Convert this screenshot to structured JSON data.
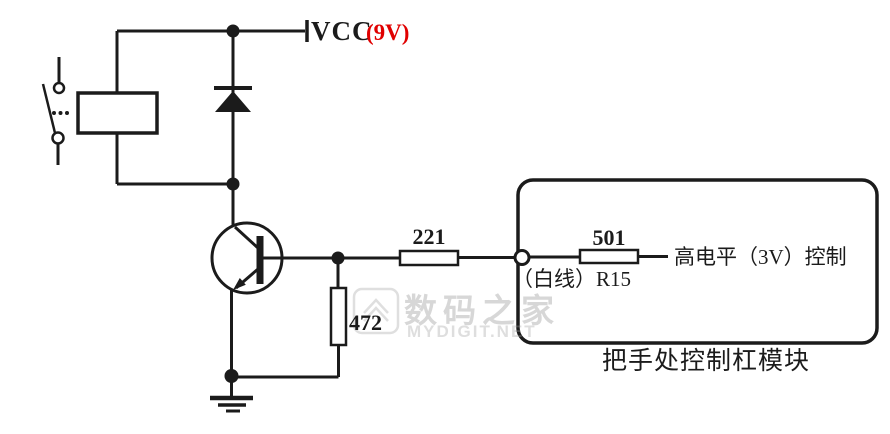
{
  "power": {
    "vcc_label": "VCC",
    "voltage_label": "(9V)"
  },
  "resistors": {
    "base_series": "221",
    "input_series": "501",
    "pulldown": "472"
  },
  "annotations": {
    "control_signal": "高电平（3V）控制",
    "wire_note": "（白线）R15",
    "module_caption": "把手处控制杠模块"
  },
  "watermark": {
    "site_name": "数码之家",
    "site_url": "MYDIGIT.NET"
  },
  "components": {
    "switch": "switch-contact",
    "relay": "relay-coil",
    "diode": "flyback-diode",
    "transistor": "npn-transistor",
    "ground": "ground",
    "module_box": "handle-control-module-outline"
  },
  "colors": {
    "line": "#1b1b1b",
    "voltage_red": "#e00000",
    "watermark_gray": "#c6c6c6"
  }
}
